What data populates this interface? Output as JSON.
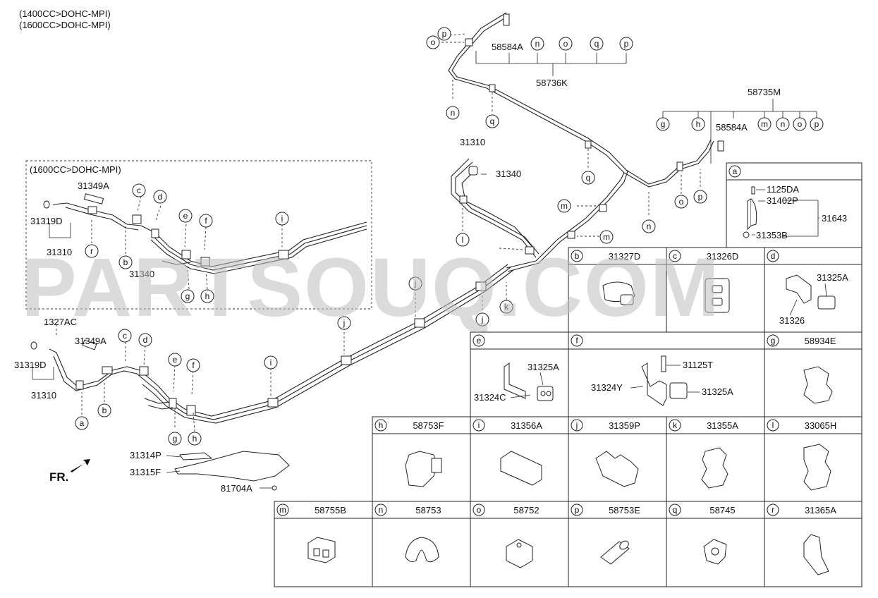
{
  "header": {
    "line1": "(1400CC>DOHC-MPI)",
    "line2": "(1600CC>DOHC-MPI)"
  },
  "inset_title": "(1600CC>DOHC-MPI)",
  "watermark": "PARTSOUQ.COM",
  "direction": {
    "label": "FR."
  },
  "callout_labels": [
    {
      "id": "c1",
      "text": "58584A"
    },
    {
      "id": "c2",
      "text": "58736K"
    },
    {
      "id": "c3",
      "text": "58735M"
    },
    {
      "id": "c4",
      "text": "58584A"
    },
    {
      "id": "c5",
      "text": "31310"
    },
    {
      "id": "c6",
      "text": "31340"
    },
    {
      "id": "c7",
      "text": "31349A"
    },
    {
      "id": "c8",
      "text": "31319D"
    },
    {
      "id": "c9",
      "text": "31310"
    },
    {
      "id": "c10",
      "text": "31340"
    },
    {
      "id": "c11",
      "text": "1327AC"
    },
    {
      "id": "c12",
      "text": "31349A"
    },
    {
      "id": "c13",
      "text": "31319D"
    },
    {
      "id": "c14",
      "text": "31310"
    },
    {
      "id": "c15",
      "text": "31314P"
    },
    {
      "id": "c16",
      "text": "31315F"
    },
    {
      "id": "c17",
      "text": "81704A"
    },
    {
      "id": "c18",
      "text": "1125DA"
    },
    {
      "id": "c19",
      "text": "31402P"
    },
    {
      "id": "c20",
      "text": "31643"
    },
    {
      "id": "c21",
      "text": "31353B"
    },
    {
      "id": "c22",
      "text": "31325A"
    },
    {
      "id": "c23",
      "text": "31326"
    },
    {
      "id": "c24",
      "text": "31325A"
    },
    {
      "id": "c25",
      "text": "31324C"
    },
    {
      "id": "c26",
      "text": "31125T"
    },
    {
      "id": "c27",
      "text": "31324Y"
    },
    {
      "id": "c28",
      "text": "31325A"
    }
  ],
  "circle_letters": [
    "p",
    "o",
    "n",
    "o",
    "q",
    "p",
    "n",
    "q",
    "g",
    "h",
    "m",
    "n",
    "o",
    "p",
    "q",
    "m",
    "o",
    "p",
    "n",
    "m",
    "l",
    "j",
    "k",
    "j",
    "c",
    "d",
    "e",
    "f",
    "i",
    "r",
    "b",
    "g",
    "h",
    "c",
    "d",
    "e",
    "f",
    "i",
    "a",
    "b",
    "g",
    "h",
    "j"
  ],
  "table": {
    "a_label": "a",
    "row1": [
      {
        "letter": "b",
        "part": "31327D"
      },
      {
        "letter": "c",
        "part": "31326D"
      },
      {
        "letter": "d",
        "part": ""
      }
    ],
    "row2": [
      {
        "letter": "e",
        "part": ""
      },
      {
        "letter": "f",
        "part": ""
      },
      {
        "letter": "g",
        "part": "58934E"
      }
    ],
    "row3": [
      {
        "letter": "h",
        "part": "58753F"
      },
      {
        "letter": "i",
        "part": "31356A"
      },
      {
        "letter": "j",
        "part": "31359P"
      },
      {
        "letter": "k",
        "part": "31355A"
      },
      {
        "letter": "l",
        "part": "33065H"
      }
    ],
    "row4": [
      {
        "letter": "m",
        "part": "58755B"
      },
      {
        "letter": "n",
        "part": "58753"
      },
      {
        "letter": "o",
        "part": "58752"
      },
      {
        "letter": "p",
        "part": "58753E"
      },
      {
        "letter": "q",
        "part": "58745"
      },
      {
        "letter": "r",
        "part": "31365A"
      }
    ]
  }
}
